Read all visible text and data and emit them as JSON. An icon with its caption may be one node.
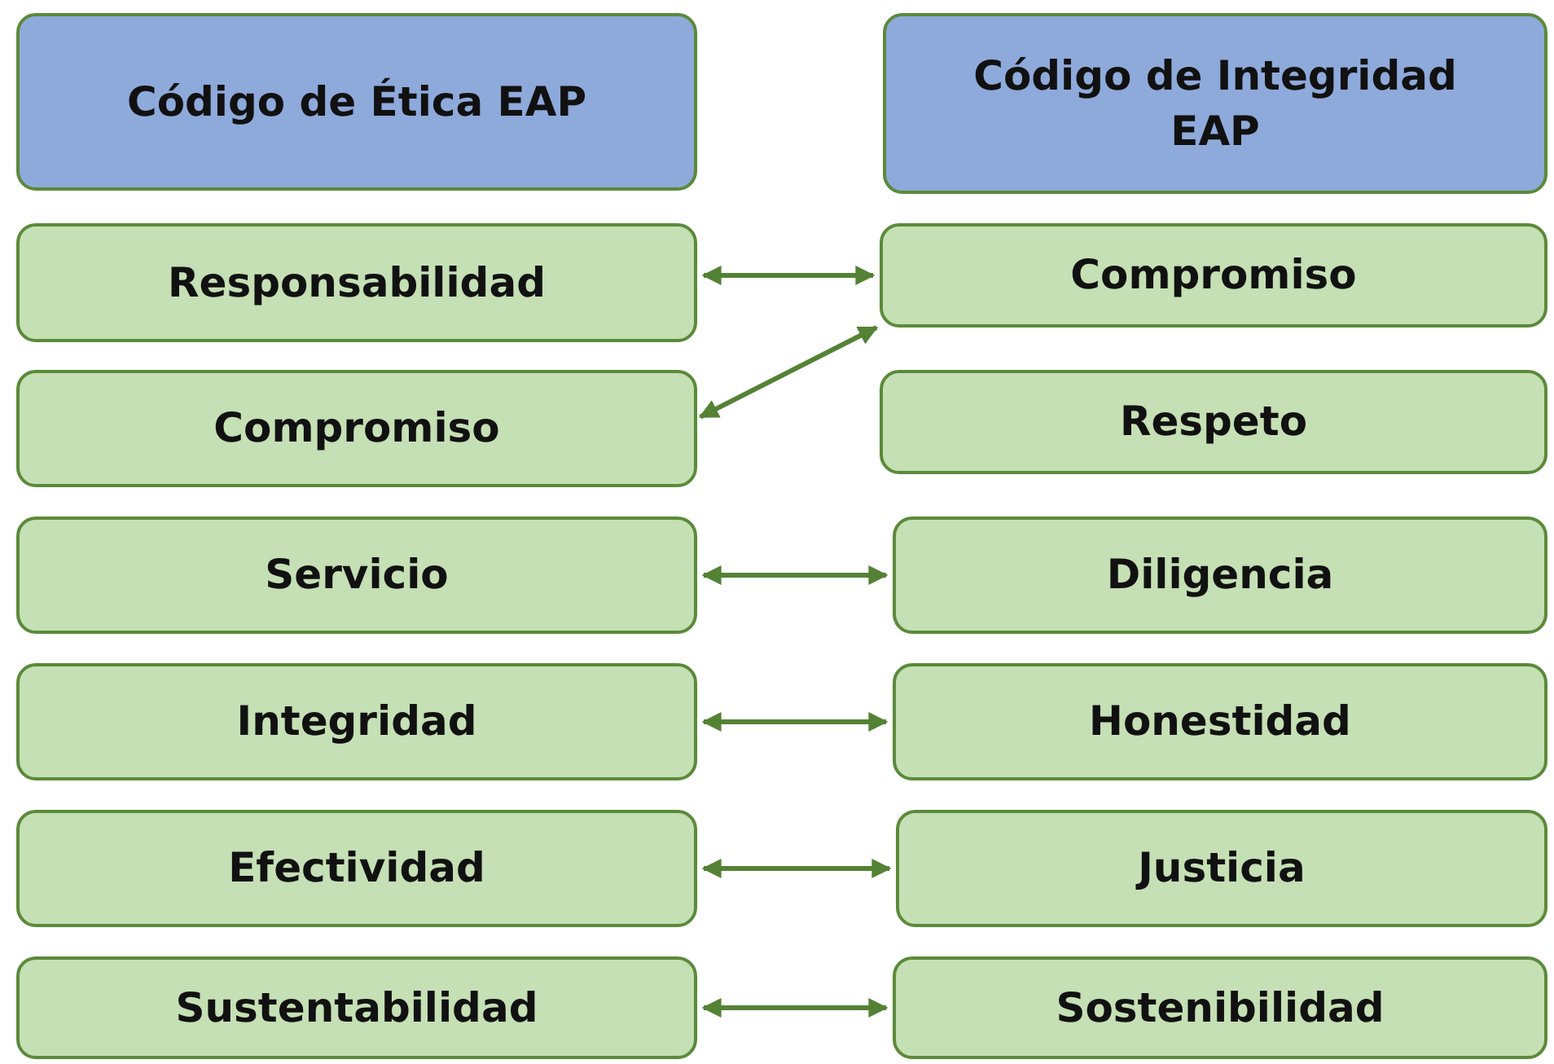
{
  "diagram": {
    "nodes": [
      {
        "text": [
          "Código de Ética EAP"
        ]
      },
      {
        "text": [
          "Código de Integridad EAP"
        ]
      },
      {
        "text": [
          "Responsabilidad"
        ]
      },
      {
        "text": [
          "Compromiso"
        ]
      },
      {
        "text": [
          "Compromiso"
        ]
      },
      {
        "text": [
          "Respeto"
        ]
      },
      {
        "text": [
          "Servicio"
        ]
      },
      {
        "text": [
          "Diligencia"
        ]
      },
      {
        "text": [
          "Integridad"
        ]
      },
      {
        "text": [
          "Honestidad"
        ]
      },
      {
        "text": [
          "Efectividad"
        ]
      },
      {
        "text": [
          "Justicia"
        ]
      },
      {
        "text": [
          "Sustentabilidad"
        ]
      },
      {
        "text": [
          "Sostenibilidad"
        ]
      }
    ],
    "edges": [
      {
        "from": 2,
        "to": 3,
        "arrow": "both"
      },
      {
        "from": 4,
        "to": 3,
        "arrow": "both"
      },
      {
        "from": 6,
        "to": 7,
        "arrow": "both"
      },
      {
        "from": 8,
        "to": 9,
        "arrow": "both"
      },
      {
        "from": 10,
        "to": 11,
        "arrow": "both"
      },
      {
        "from": 12,
        "to": 13,
        "arrow": "both"
      }
    ]
  }
}
